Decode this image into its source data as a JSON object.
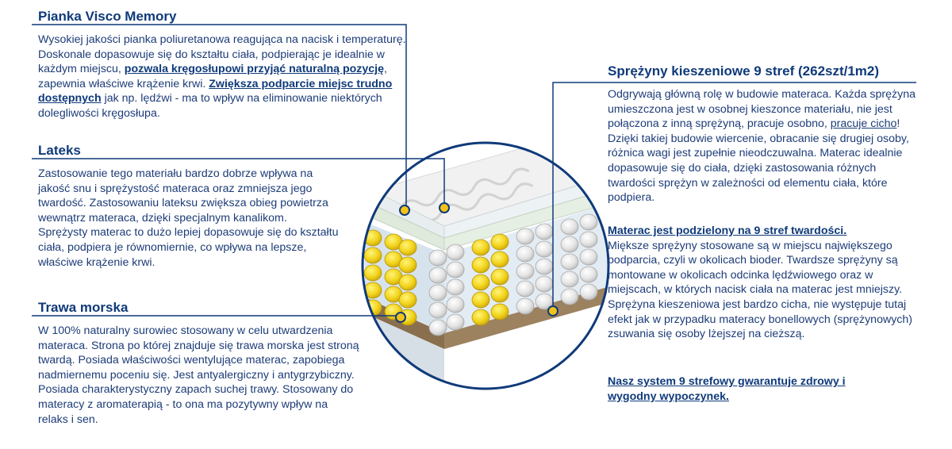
{
  "sections": {
    "visco": {
      "title": "Pianka Visco Memory",
      "text_a": "Wysokiej jakości pianka poliuretanowa reagująca na nacisk i temperaturę. Doskonale dopasowuje się do kształtu ciała, podpierając je idealnie w każdym miejscu, ",
      "link_a": "pozwala kręgosłupowi przyjąć naturalną pozycję",
      "text_b": ", zapewnia właściwe krążenie krwi. ",
      "link_b": "Zwiększa podparcie miejsc trudno dostępnych",
      "text_c": " jak np. lędźwi - ma to wpływ na eliminowanie niektórych dolegliwości kręgosłupa."
    },
    "latex": {
      "title": "Lateks",
      "text": "Zastosowanie tego materiału bardzo dobrze wpływa na jakość snu i sprężystość materaca oraz zmniejsza jego twardość. Zastosowaniu lateksu zwiększa obieg powietrza wewnątrz materaca, dzięki specjalnym kanalikom. Sprężysty materac to dużo lepiej dopasowuje się do kształtu ciała, podpiera je równomiernie, co wpływa na lepsze, właściwe krążenie krwi."
    },
    "seagrass": {
      "title": "Trawa morska",
      "text": "W 100% naturalny surowiec stosowany w celu utwardzenia materaca. Strona po której znajduje się trawa morska jest stroną twardą. Posiada właściwości wentylujące materac,  zapobiega nadmiernemu poceniu się. Jest antyalergiczny i antygrzybiczny. Posiada charakterystyczny zapach suchej trawy. Stosowany do materacy z aromaterapią - to ona ma pozytywny wpływ na relaks i sen."
    },
    "springs": {
      "title": "Sprężyny kieszeniowe 9 stref (262szt/1m2)",
      "text_a": "Odgrywają główną rolę w budowie materaca. Każda sprężyna umieszczona jest w osobnej kieszonce materiału, nie jest połączona z inną sprężyną, pracuje osobno, ",
      "link_a": "pracuje cicho",
      "text_b": "! Dzięki takiej budowie wiercenie, obracanie się drugiej osoby, różnica wagi jest zupełnie nieodczuwalna. Materac idealnie dopasowuje się do ciała, dzięki zastosowania różnych twardości sprężyn w zależności od elementu ciała, które podpiera.",
      "zones_title": "Materac jest podzielony na 9 stref twardości.",
      "zones_text": "Miększe sprężyny stosowane są w miejscu największego podparcia, czyli w okolicach bioder. Twardsze sprężyny są montowane w okolicach odcinka lędźwiowego oraz w miejscach, w których nacisk ciała na materac jest mniejszy. Sprężyna kieszeniowa jest bardzo cicha, nie występuje tutaj efekt jak w przypadku materacy bonellowych (sprężynowych) zsuwania się osoby lżejszej na cieższą.",
      "footer": "Nasz system 9 strefowy gwarantuje zdrowy i wygodny wypoczynek."
    }
  },
  "colors": {
    "navy": "#0f3a7a",
    "text": "#1d3c78",
    "marker_fill": "#f2c418",
    "spring_yellow": "#f0d21a",
    "spring_white": "#e6e6e6"
  }
}
